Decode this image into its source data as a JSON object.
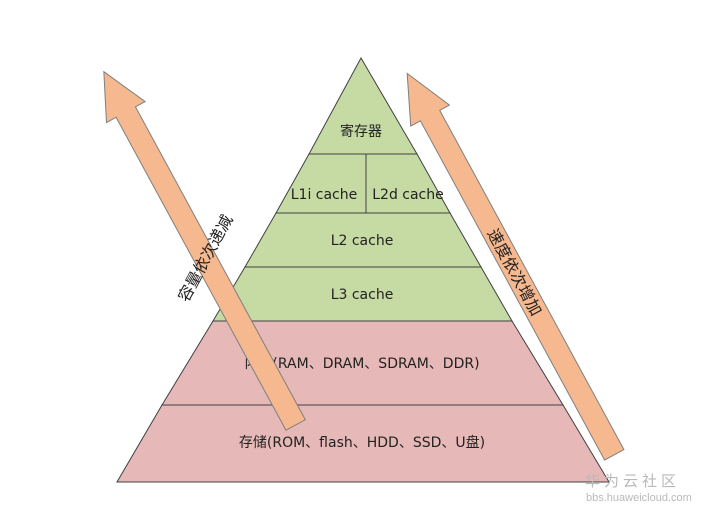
{
  "pyramid": {
    "levels": [
      {
        "key": "register",
        "label": "寄存器",
        "color": "#c6dba4"
      },
      {
        "key": "l1i",
        "label": "L1i cache",
        "color": "#c6dba4"
      },
      {
        "key": "l1d",
        "label": "L2d cache",
        "color": "#c6dba4"
      },
      {
        "key": "l2",
        "label": "L2 cache",
        "color": "#c6dba4"
      },
      {
        "key": "l3",
        "label": "L3 cache",
        "color": "#c6dba4"
      },
      {
        "key": "memory",
        "label": "内存(RAM、DRAM、SDRAM、DDR)",
        "color": "#e6b9b8"
      },
      {
        "key": "storage",
        "label": "存储(ROM、flash、HDD、SSD、U盘)",
        "color": "#e6b9b8"
      }
    ]
  },
  "arrows": {
    "left_label": "容量依次递减",
    "right_label": "速度依次增加",
    "color": "#f6b88e",
    "border_color": "#7f7f7f"
  },
  "watermark": {
    "brand": "华为云社区",
    "url": "bbs.huaweicloud.com"
  }
}
